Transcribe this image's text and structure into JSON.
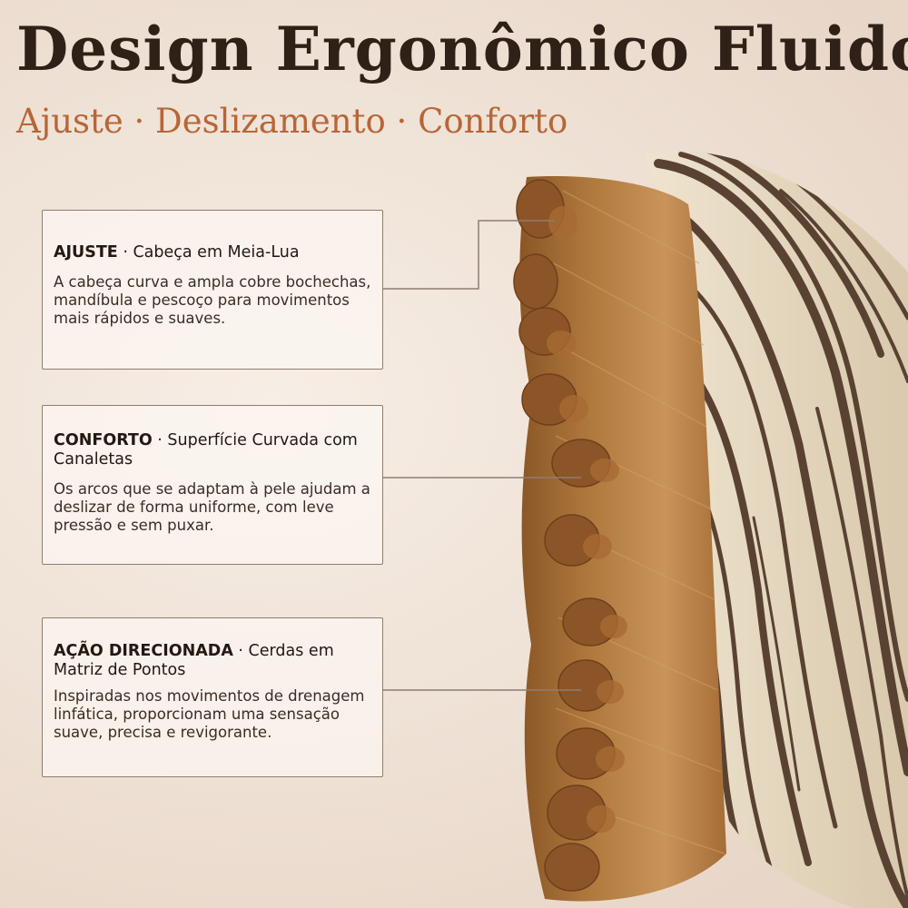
{
  "header": {
    "title": "Design Ergonômico Fluido",
    "subtitle": "Ajuste · Deslizamento · Conforto"
  },
  "features": [
    {
      "title_bold": "AJUSTE",
      "title_rest": " · Cabeça em Meia-Lua",
      "body": "A cabeça curva e ampla cobre bochechas, mandíbula e pescoço para movimentos mais rápidos e suaves."
    },
    {
      "title_bold": "CONFORTO",
      "title_rest": " · Superfície Curvada com Canaletas",
      "body": "Os arcos que se adaptam à pele ajudam a deslizar de forma uniforme, com leve pressão e sem puxar."
    },
    {
      "title_bold": "AÇÃO DIRECIONADA",
      "title_rest": " · Cerdas em Matriz de Pontos",
      "body": "Inspiradas nos movimentos de drenagem linfática, proporcionam uma sensação suave, precisa e revigorante."
    }
  ],
  "colors": {
    "title": "#2f2118",
    "accent": "#b76638",
    "card_border": "#8e7d70",
    "bristle": "#b07a3e",
    "handle_light": "#e8dcc3",
    "handle_stripe": "#5a4233"
  },
  "icons": {
    "product": "brush-photo"
  }
}
